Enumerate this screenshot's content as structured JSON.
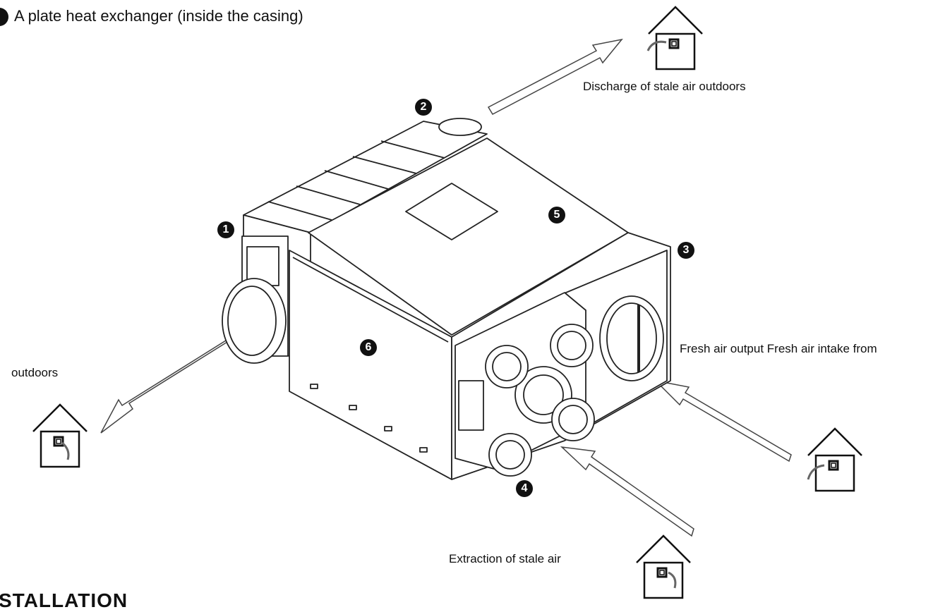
{
  "intro_text": "A plate heat exchanger (inside the casing)",
  "labels": {
    "discharge": "Discharge of stale air outdoors",
    "outdoors": "outdoors",
    "fresh": "Fresh air output Fresh air intake from",
    "extraction": "Extraction of stale air"
  },
  "section_heading": "STALLATION",
  "markers": {
    "m1": "1",
    "m2": "2",
    "m3": "3",
    "m4": "4",
    "m5": "5",
    "m6": "6"
  },
  "icons": [
    "house-icon",
    "airflow-arrow-icon"
  ]
}
